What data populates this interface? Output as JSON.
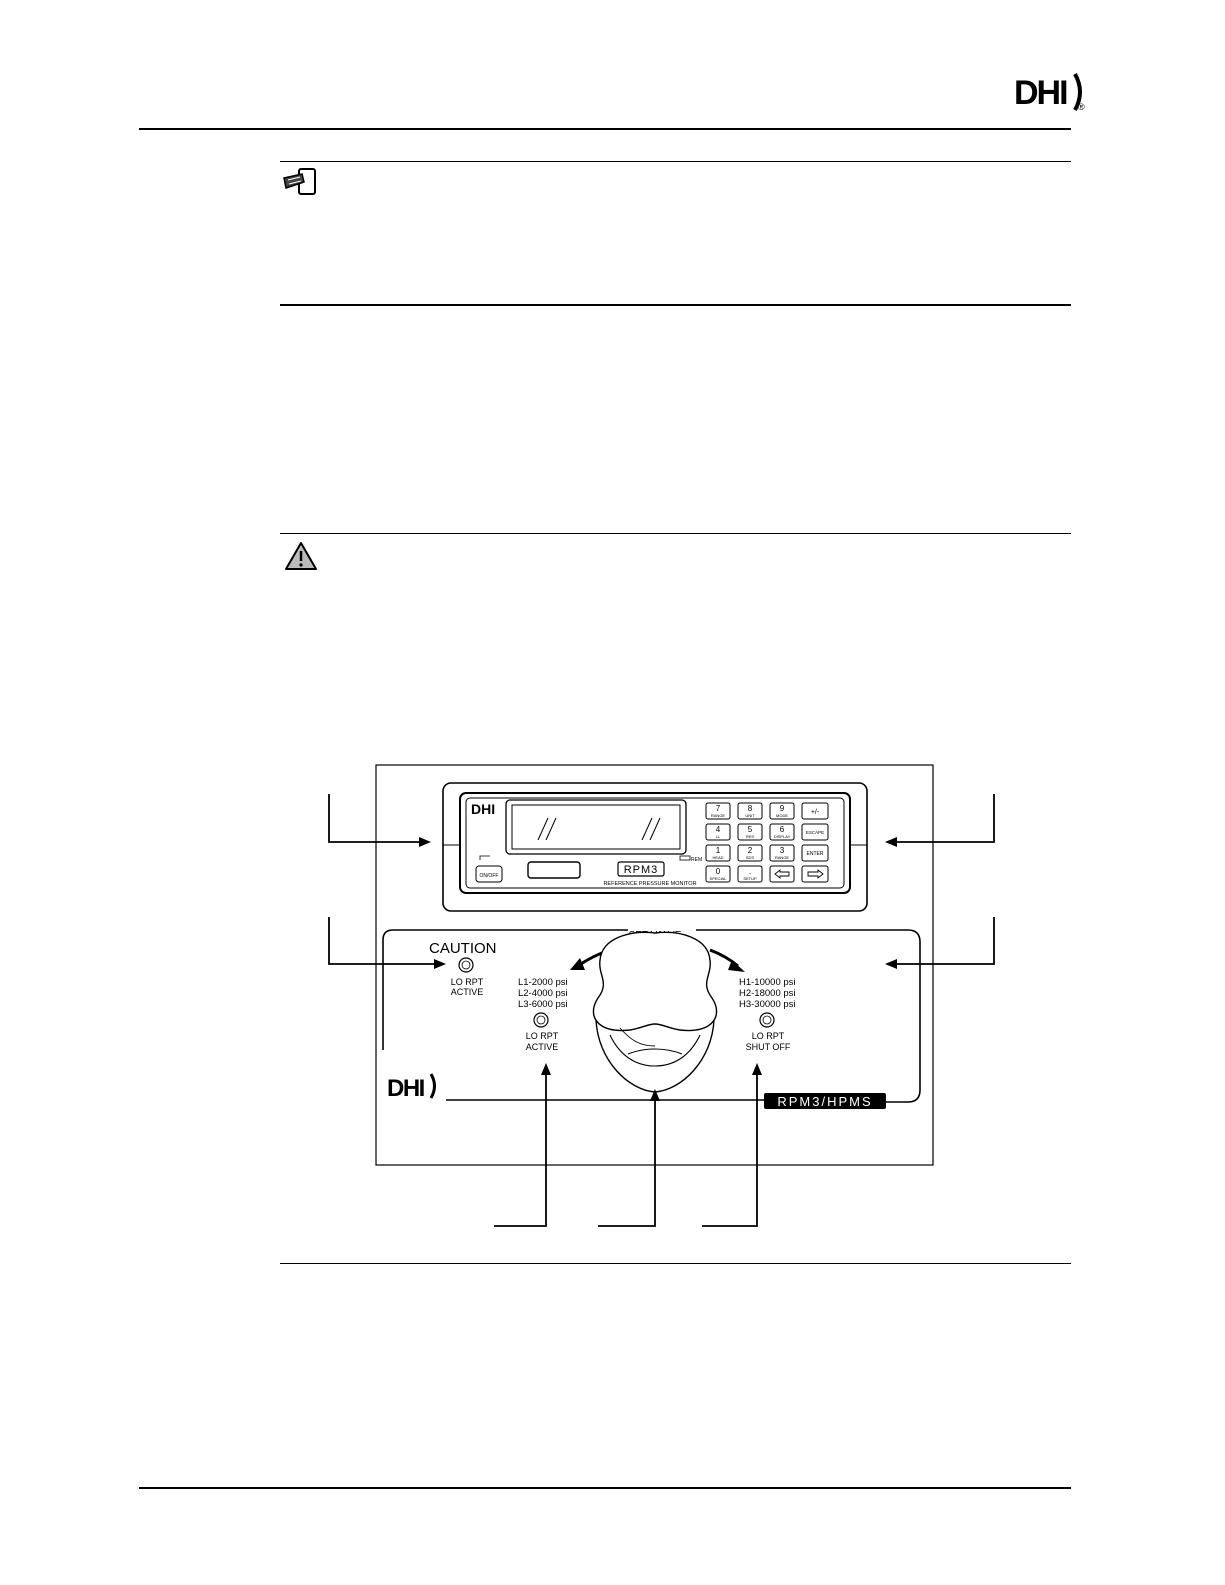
{
  "header": {
    "logo_text": "DHI",
    "logo_reg": "®"
  },
  "icons": {
    "note": "note-hand-icon",
    "caution": "warning-triangle-icon"
  },
  "rpm": {
    "logo": "DHI",
    "keys": [
      {
        "num": "7",
        "sub": "RANGE"
      },
      {
        "num": "8",
        "sub": "UNIT"
      },
      {
        "num": "9",
        "sub": "MODE"
      },
      {
        "num": "+/-",
        "sub": ""
      },
      {
        "num": "4",
        "sub": "LL"
      },
      {
        "num": "5",
        "sub": "RES"
      },
      {
        "num": "6",
        "sub": "DISPLAY"
      },
      {
        "num": "ESCAPE",
        "sub": ""
      },
      {
        "num": "1",
        "sub": "HEAD"
      },
      {
        "num": "2",
        "sub": "SDS"
      },
      {
        "num": "3",
        "sub": "RANGE"
      },
      {
        "num": "ENTER",
        "sub": ""
      },
      {
        "num": "0",
        "sub": "SPECIAL"
      },
      {
        "num": ".",
        "sub": "SETUP"
      }
    ],
    "onoff": "ON/OFF",
    "model_badge": "RPM3",
    "subtitle": "REFERENCE PRESSURE MONITOR",
    "rem_label": "REM"
  },
  "hpms": {
    "caution_title": "CAUTION",
    "caution_led_label": [
      "LO RPT",
      "ACTIVE"
    ],
    "set_valve": "SET VALVE",
    "lo_ranges": [
      "L1-2000 psi",
      "L2-4000 psi",
      "L3-6000 psi"
    ],
    "hi_ranges": [
      "H1-10000 psi",
      "H2-18000 psi",
      "H3-30000 psi"
    ],
    "lo_led_label": [
      "LO RPT",
      "ACTIVE"
    ],
    "hi_led_label": [
      "LO RPT",
      "SHUT OFF"
    ],
    "logo": "DHI",
    "model_badge": "RPM3/HPMS"
  }
}
